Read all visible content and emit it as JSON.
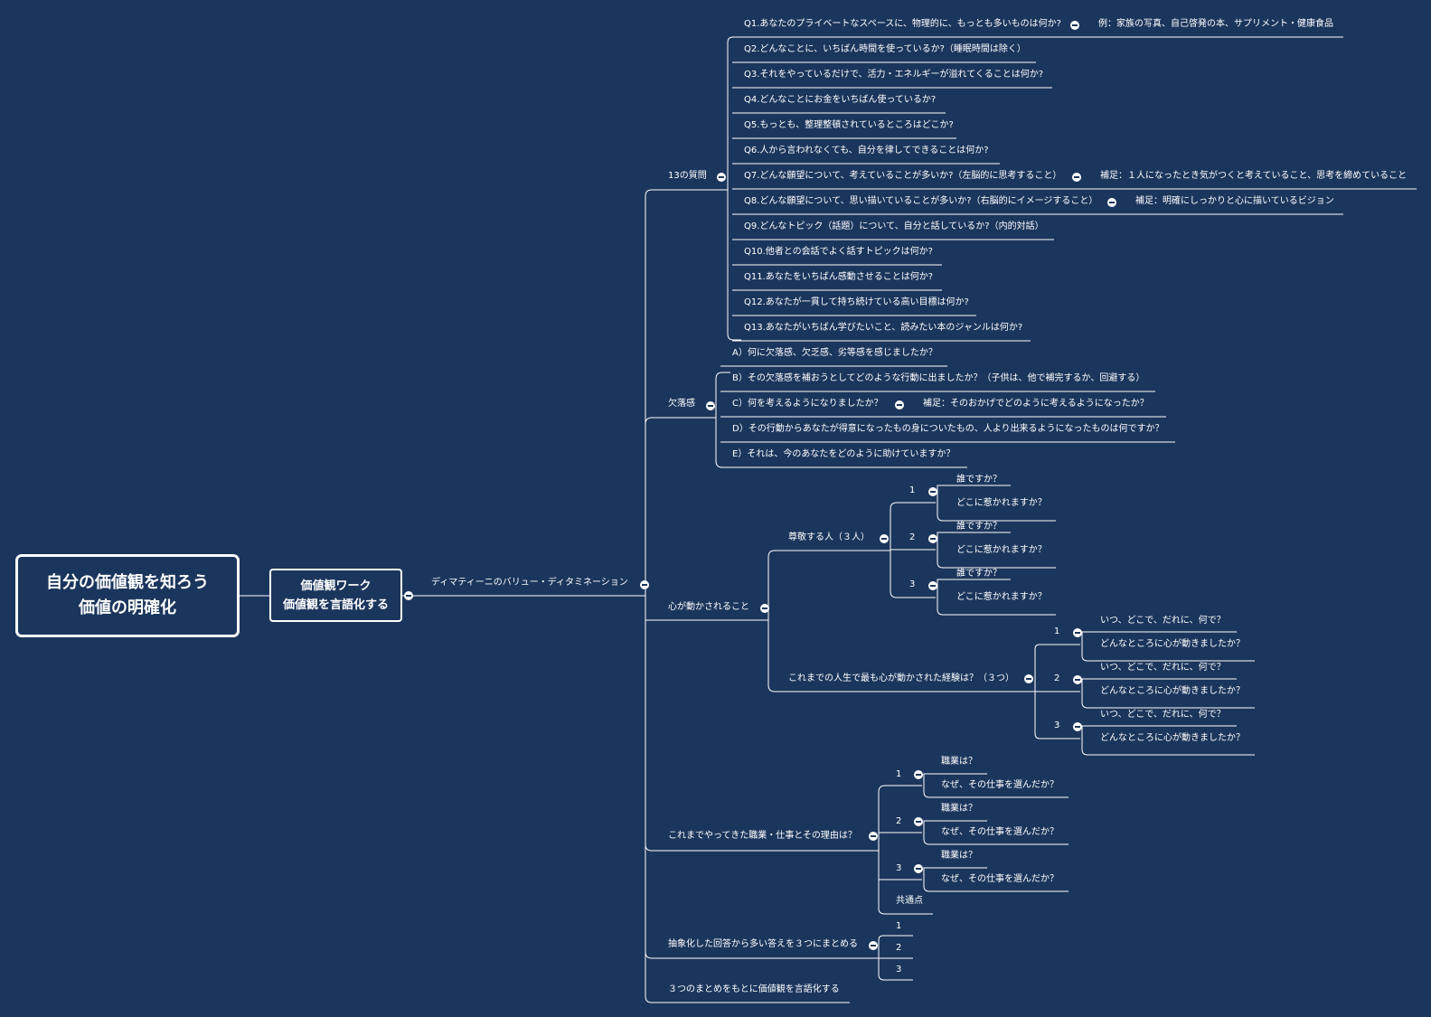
{
  "root": {
    "line1": "自分の価値観を知ろう",
    "line2": "価値の明確化"
  },
  "main": {
    "line1": "価値観ワーク",
    "line2": "価値観を言語化する"
  },
  "method": {
    "label": "ディマティーニのバリュー・ディタミネーション"
  },
  "q13": {
    "label": "13の質問",
    "items": [
      "Q1.あなたのプライベートなスペースに、物理的に、もっとも多いものは何か?",
      "Q2.どんなことに、いちばん時間を使っているか?（睡眠時間は除く）",
      "Q3.それをやっているだけで、活力・エネルギーが溢れてくることは何か?",
      "Q4.どんなことにお金をいちばん使っているか?",
      "Q5.もっとも、整理整頓されているところはどこか?",
      "Q6.人から言われなくても、自分を律してできることは何か?",
      "Q7.どんな願望について、考えていることが多いか?（左脳的に思考すること）",
      "Q8.どんな願望について、思い描いていることが多いか?（右脳的にイメージすること）",
      "Q9.どんなトピック（話題）について、自分と話しているか?（内的対話）",
      "Q10.他者との会話でよく話すトピックは何か?",
      "Q11.あなたをいちばん感動させることは何か?",
      "Q12.あなたが一貫して持ち続けている高い目標は何か?",
      "Q13.あなたがいちばん学びたいこと、読みたい本のジャンルは何か?"
    ],
    "q1_note": "例：家族の写真、自己啓発の本、サプリメント・健康食品",
    "q7_note": "補足：１人になったとき気がつくと考えていること、思考を締めていること",
    "q8_note": "補足：明確にしっかりと心に描いているビジョン"
  },
  "lack": {
    "label": "欠落感",
    "items": [
      "A）何に欠落感、欠乏感、劣等感を感じましたか？",
      "B）その欠落感を補おうとしてどのような行動に出ましたか？（子供は、他で補完するか、回避する）",
      "C）何を考えるようになりましたか？",
      "D）その行動からあなたが得意になったもの身についたもの、人より出来るようになったものは何ですか？",
      "E）それは、今のあなたをどのように助けていますか？"
    ],
    "c_note": "補足：そのおかげでどのように考えるようになったか？"
  },
  "moved": {
    "label": "心が動かされること",
    "respect": {
      "label": "尊敬する人（３人）",
      "nums": [
        "1",
        "2",
        "3"
      ],
      "who": "誰ですか？",
      "where": "どこに惹かれますか？"
    },
    "exp": {
      "label": "これまでの人生で最も心が動かされた経験は？（３つ）",
      "nums": [
        "1",
        "2",
        "3"
      ],
      "when": "いつ、どこで、だれに、何で？",
      "how": "どんなところに心が動きましたか？"
    }
  },
  "jobs": {
    "label": "これまでやってきた職業・仕事とその理由は？",
    "nums": [
      "1",
      "2",
      "3"
    ],
    "job": "職業は？",
    "why": "なぜ、その仕事を選んだか？",
    "common": "共通点"
  },
  "summary": {
    "label": "抽象化した回答から多い答えを３つにまとめる",
    "nums": [
      "1",
      "2",
      "3"
    ]
  },
  "final": {
    "label": "３つのまとめをもとに価値観を言語化する"
  }
}
